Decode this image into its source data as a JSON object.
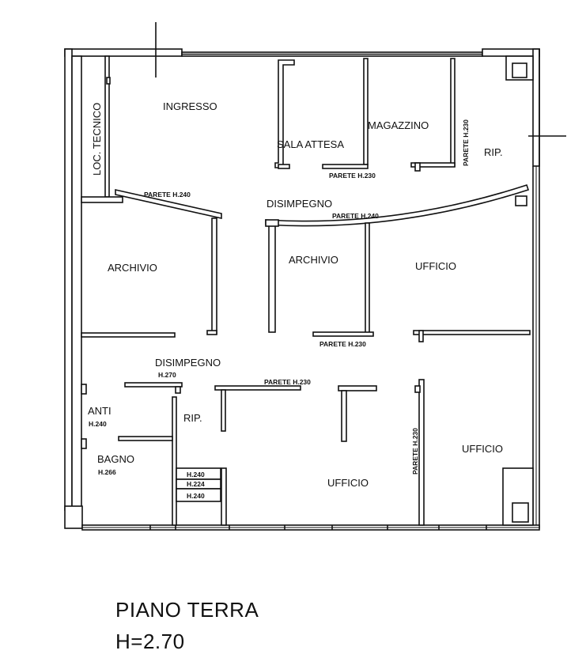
{
  "rooms": {
    "ingresso": "INGRESSO",
    "loc_tecnico": "LOC. TECNICO",
    "sala_attesa": "SALA ATTESA",
    "magazzino": "MAGAZZINO",
    "rip_top": "RIP.",
    "disimpegno_top": "DISIMPEGNO",
    "archivio_left": "ARCHIVIO",
    "archivio_center": "ARCHIVIO",
    "ufficio_top": "UFFICIO",
    "disimpegno_bottom": "DISIMPEGNO",
    "anti": "ANTI",
    "rip_bottom": "RIP.",
    "bagno": "BAGNO",
    "ufficio_bottom": "UFFICIO",
    "ufficio_right": "UFFICIO"
  },
  "wall_labels": {
    "parete_h240_left": "PARETE H.240",
    "parete_h230_sala": "PARETE H.230",
    "parete_h230_magazzino": "PARETE H.230",
    "parete_h240_curve": "PARETE H.240",
    "parete_h230_archivio": "PARETE H.230",
    "parete_h230_ufficio": "PARETE H.230",
    "parete_h230_vertical": "PARETE H.230"
  },
  "heights": {
    "disimpegno": "H.270",
    "anti": "H.240",
    "bagno": "H.266",
    "h240_a": "H.240",
    "h224": "H.224",
    "h240_b": "H.240"
  },
  "footer": {
    "floor": "PIANO TERRA",
    "height": "H=2.70"
  }
}
